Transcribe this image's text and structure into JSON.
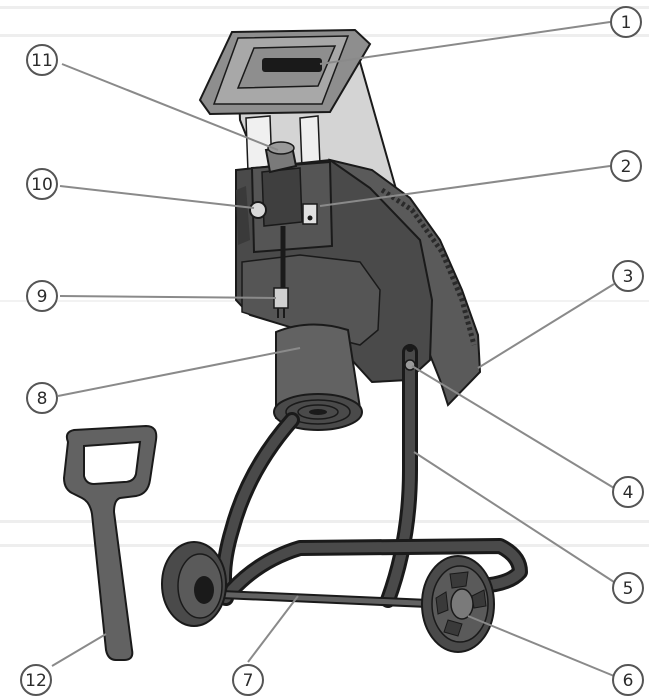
{
  "colors": {
    "body_dark": "#4a4a4a",
    "body_mid": "#626262",
    "body_light": "#7a7a7a",
    "outline": "#1a1a1a",
    "hopper_clear": "#d4d4d4",
    "funnel_top": "#8e8e8e",
    "callout_line": "#8a8a8a",
    "callout_ring": "#555555",
    "background_bands": "#eeeeee"
  },
  "callouts": [
    {
      "number": "1",
      "part": "hopper-funnel"
    },
    {
      "number": "2",
      "part": "on-off-switch"
    },
    {
      "number": "3",
      "part": "side-chute-guard"
    },
    {
      "number": "4",
      "part": "frame-mount-bolt"
    },
    {
      "number": "5",
      "part": "chassis-frame"
    },
    {
      "number": "6",
      "part": "right-wheel"
    },
    {
      "number": "7",
      "part": "axle"
    },
    {
      "number": "8",
      "part": "discharge-chute"
    },
    {
      "number": "9",
      "part": "power-plug"
    },
    {
      "number": "10",
      "part": "reset-button"
    },
    {
      "number": "11",
      "part": "locking-knob"
    },
    {
      "number": "12",
      "part": "push-tool"
    }
  ]
}
